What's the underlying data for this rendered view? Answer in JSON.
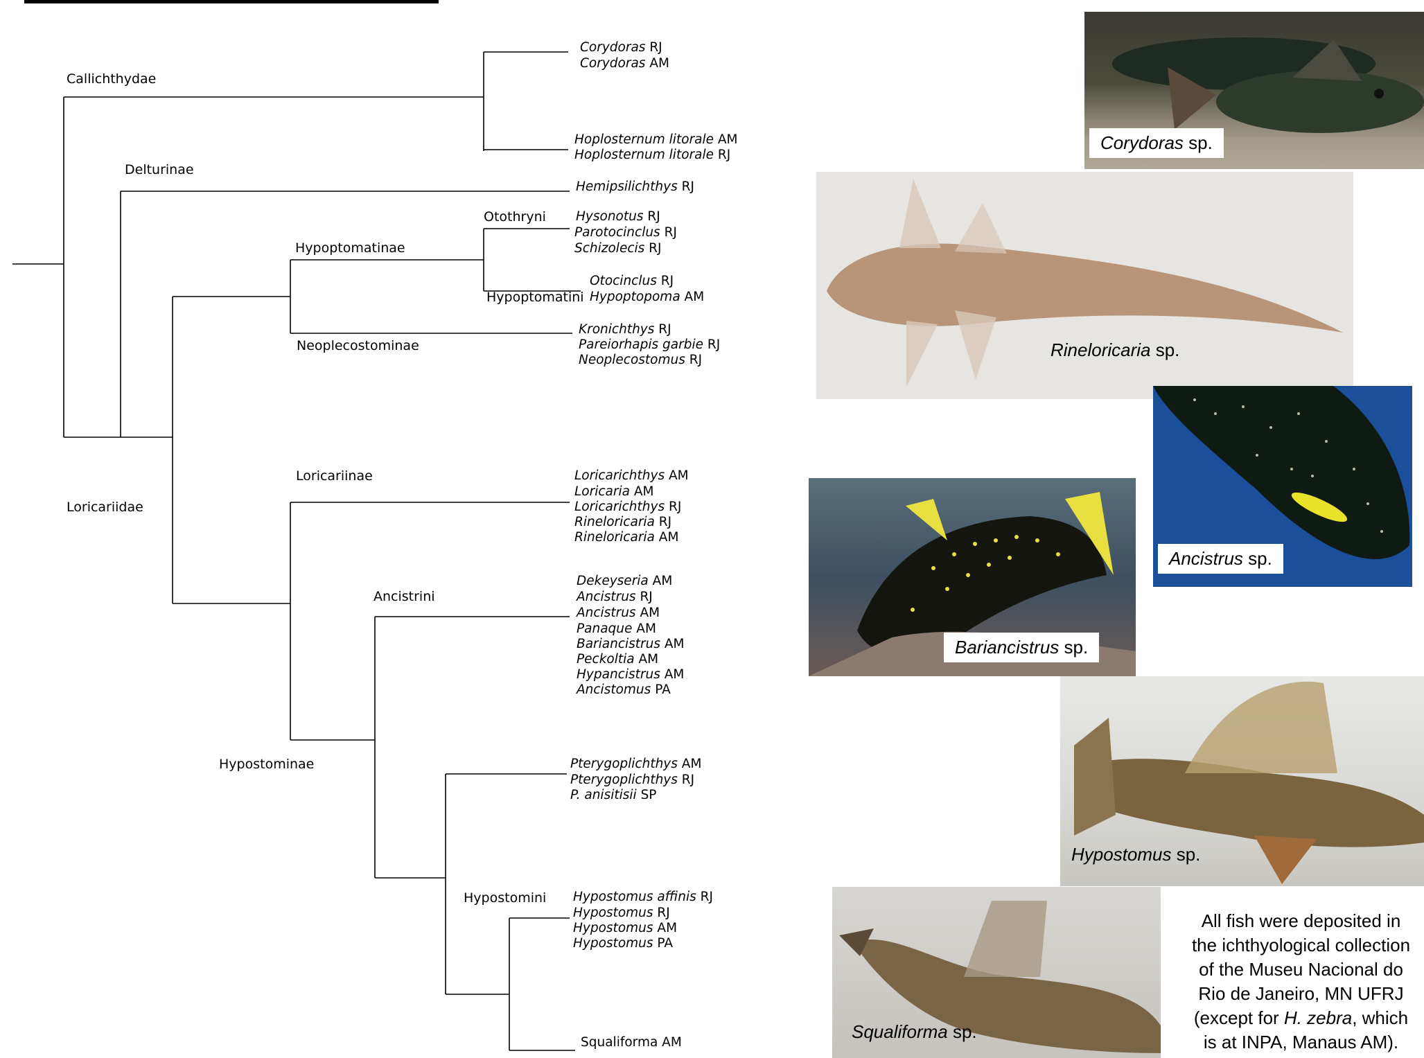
{
  "clades": {
    "callichthydae": "Callichthydae",
    "delturinae": "Delturinae",
    "hypoptomatinae": "Hypoptomatinae",
    "otothryni": "Otothryni",
    "hypoptomatini": "Hypoptomatini",
    "neoplecostominae": "Neoplecostominae",
    "loricariidae": "Loricariidae",
    "loricariinae": "Loricariinae",
    "ancistrini": "Ancistrini",
    "hypostominae": "Hypostominae",
    "hypostomini": "Hypostomini"
  },
  "leaves": {
    "l1": {
      "genus": "Corydoras",
      "loc": "RJ"
    },
    "l2": {
      "genus": "Corydoras",
      "loc": "AM"
    },
    "l3": {
      "genus": "Hoplosternum litorale",
      "loc": "AM"
    },
    "l4": {
      "genus": "Hoplosternum litorale",
      "loc": "RJ"
    },
    "l5": {
      "genus": "Hemipsilichthys",
      "loc": "RJ"
    },
    "l6": {
      "genus": "Hysonotus",
      "loc": "RJ"
    },
    "l7": {
      "genus": "Parotocinclus",
      "loc": "RJ"
    },
    "l8": {
      "genus": "Schizolecis",
      "loc": "RJ"
    },
    "l9": {
      "genus": "Otocinclus",
      "loc": "RJ"
    },
    "l10": {
      "genus": "Hypoptopoma",
      "loc": "AM"
    },
    "l11": {
      "genus": "Kronichthys",
      "loc": "RJ"
    },
    "l12": {
      "genus": "Pareiorhapis garbie",
      "loc": "RJ"
    },
    "l13": {
      "genus": "Neoplecostomus",
      "loc": "RJ"
    },
    "l14": {
      "genus": "Loricarichthys",
      "loc": "AM"
    },
    "l15": {
      "genus": "Loricaria",
      "loc": "AM"
    },
    "l16": {
      "genus": "Loricarichthys",
      "loc": "RJ"
    },
    "l17": {
      "genus": "Rineloricaria",
      "loc": "RJ"
    },
    "l18": {
      "genus": "Rineloricaria",
      "loc": "AM"
    },
    "l19": {
      "genus": "Dekeyseria",
      "loc": "AM"
    },
    "l20": {
      "genus": "Ancistrus",
      "loc": "RJ"
    },
    "l21": {
      "genus": "Ancistrus",
      "loc": "AM"
    },
    "l22": {
      "genus": "Panaque",
      "loc": "AM"
    },
    "l23": {
      "genus": "Bariancistrus",
      "loc": "AM"
    },
    "l24": {
      "genus": "Peckoltia",
      "loc": "AM"
    },
    "l25": {
      "genus": "Hypancistrus",
      "loc": "AM"
    },
    "l26": {
      "genus": "Ancistomus",
      "loc": "PA"
    },
    "l27": {
      "genus": "Pterygoplichthys",
      "loc": "AM"
    },
    "l28": {
      "genus": "Pterygoplichthys",
      "loc": "RJ"
    },
    "l29": {
      "genus": "P. anisitisii",
      "loc": "SP"
    },
    "l30": {
      "genus": "Hypostomus affinis",
      "loc": "RJ"
    },
    "l31": {
      "genus": "Hypostomus",
      "loc": "RJ"
    },
    "l32": {
      "genus": "Hypostomus",
      "loc": "AM"
    },
    "l33": {
      "genus": "Hypostomus",
      "loc": "PA"
    },
    "l34": {
      "genus": "",
      "loc": "Squaliforma AM"
    }
  },
  "photos": {
    "corydoras": {
      "genus": "Corydoras",
      "suffix": " sp."
    },
    "rineloricaria": {
      "genus": "Rineloricaria",
      "suffix": " sp."
    },
    "ancistrus": {
      "genus": "Ancistrus",
      "suffix": " sp."
    },
    "bariancistrus": {
      "genus": "Bariancistrus",
      "suffix": " sp."
    },
    "hypostomus": {
      "genus": "Hypostomus",
      "suffix": " sp."
    },
    "squaliforma": {
      "genus": "Squaliforma",
      "suffix": " sp."
    }
  },
  "note": {
    "line1": "All fish were deposited in",
    "line2": "the ichthyological collection",
    "line3": "of the Museu Nacional do",
    "line4": "Rio de Janeiro, MN UFRJ",
    "line5a": "(except for ",
    "line5b": "H. zebra",
    "line5c": ", which",
    "line6": "is at INPA, Manaus AM)."
  }
}
